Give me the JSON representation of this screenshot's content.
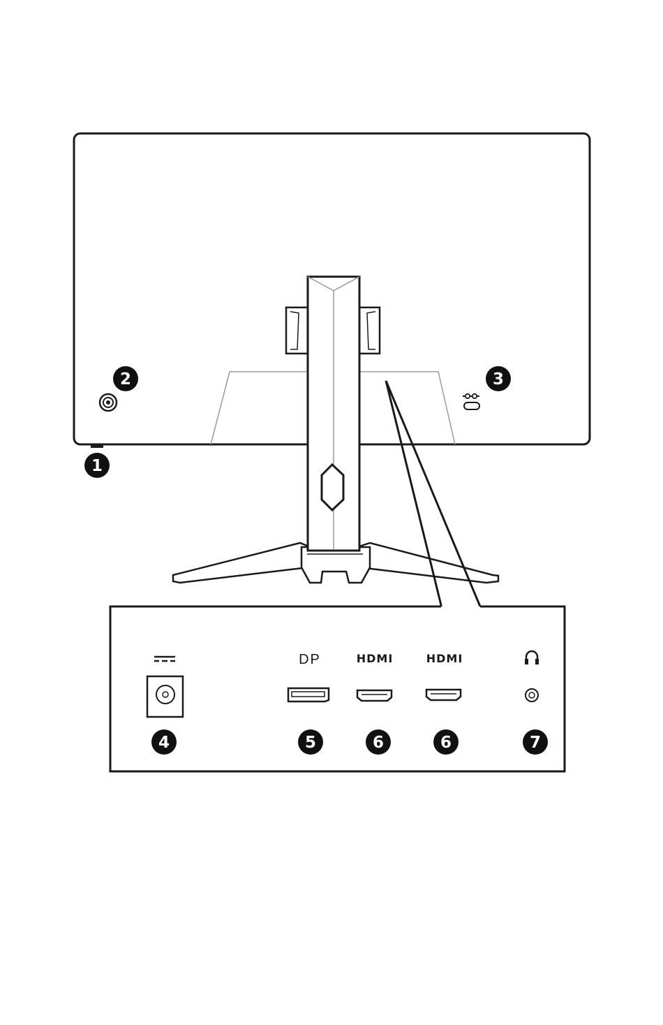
{
  "callouts": {
    "c1": "1",
    "c2": "2",
    "c3": "3",
    "c4": "4",
    "c5": "5",
    "c6a": "6",
    "c6b": "6",
    "c7": "7"
  },
  "port_labels": {
    "dp": "DP",
    "hdmi1": "HDMI",
    "hdmi2": "HDMI"
  },
  "icons": {
    "dc_power": "dc-power-icon",
    "headphone": "headphone-icon",
    "kensington": "kensington-lock-icon",
    "joystick": "navigation-joystick-icon",
    "power_button": "power-button-icon"
  },
  "colors": {
    "line": "#1a1a1a",
    "light_line": "#9a9a9a",
    "background": "#ffffff"
  }
}
